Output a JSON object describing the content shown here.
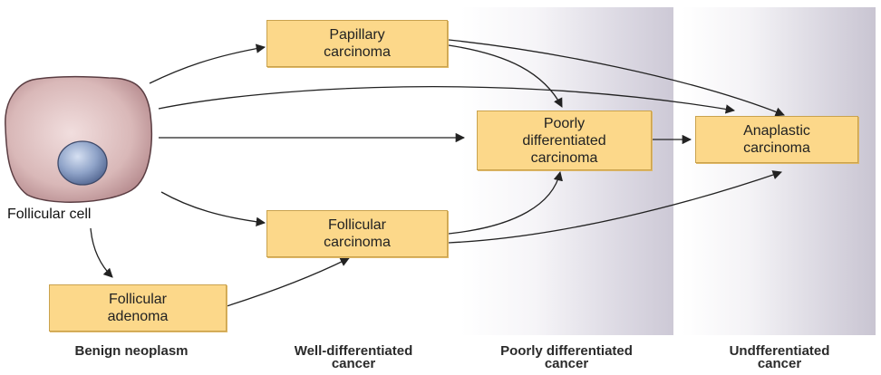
{
  "cell": {
    "label": "Follicular cell"
  },
  "boxes": {
    "papillary": {
      "line1": "Papillary",
      "line2": "carcinoma"
    },
    "follicular_carcinoma": {
      "line1": "Follicular",
      "line2": "carcinoma"
    },
    "follicular_adenoma": {
      "line1": "Follicular",
      "line2": "adenoma"
    },
    "poorly": {
      "line1": "Poorly",
      "line2": "differentiated",
      "line3": "carcinoma"
    },
    "anaplastic": {
      "line1": "Anaplastic",
      "line2": "carcinoma"
    }
  },
  "columns": {
    "benign": {
      "line1": "Benign neoplasm"
    },
    "well": {
      "line1": "Well-differentiated",
      "line2": "cancer"
    },
    "poor": {
      "line1": "Poorly differentiated",
      "line2": "cancer"
    },
    "undiff": {
      "line1": "Undfferentiated",
      "line2": "cancer"
    }
  },
  "colors": {
    "box_fill": "#fcd88a",
    "box_border": "#c9a24e",
    "cell_fill": "#d9b8b8",
    "nucleus_fill": "#8fa3c8",
    "arrow": "#222222"
  }
}
